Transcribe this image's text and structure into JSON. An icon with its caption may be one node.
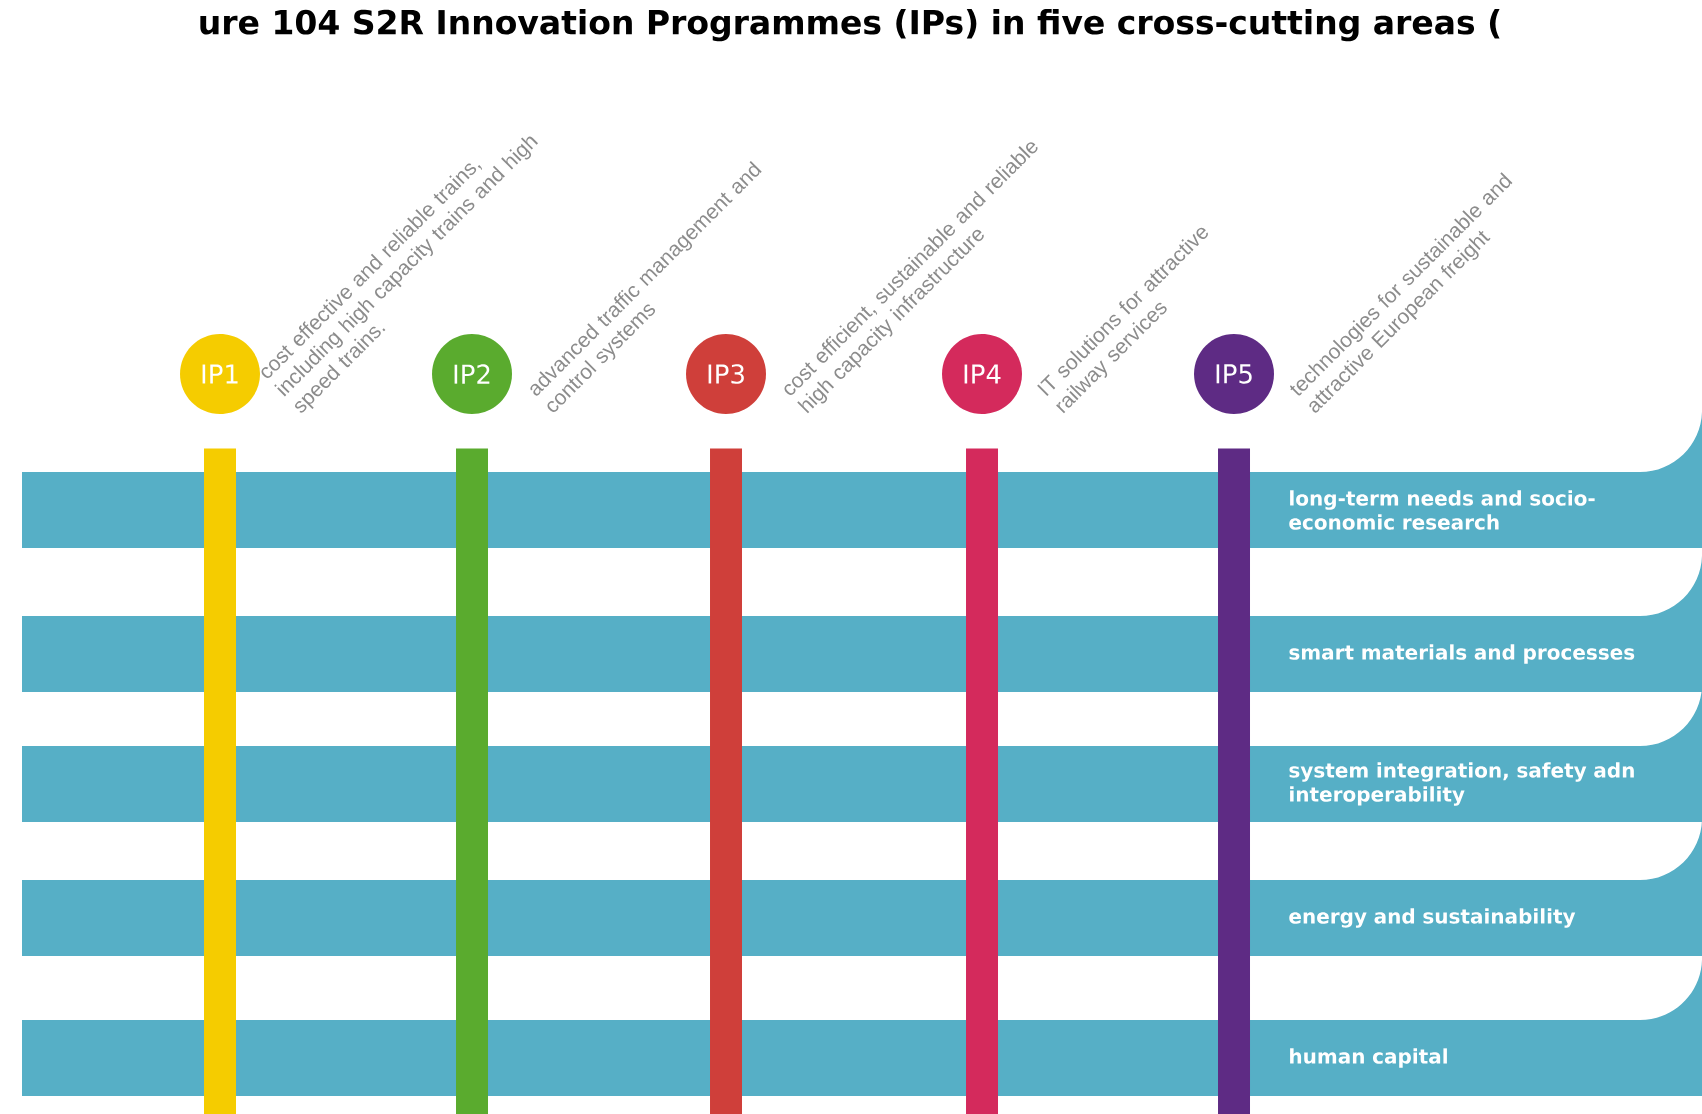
{
  "diagram": {
    "title": "ure 104 S2R Innovation Programmes (IPs) in five cross-cutting areas (",
    "nodes": [
      {
        "text": [
          "IP1"
        ]
      },
      {
        "text": [
          "IP2"
        ]
      },
      {
        "text": [
          "IP3"
        ]
      },
      {
        "text": [
          "IP4"
        ]
      },
      {
        "text": [
          "IP5"
        ]
      },
      {
        "text": [],
        "shape": "bar"
      },
      {
        "text": [],
        "shape": "bar"
      },
      {
        "text": [],
        "shape": "bar"
      },
      {
        "text": [],
        "shape": "bar"
      },
      {
        "text": [],
        "shape": "bar"
      },
      {
        "text": [
          "long-term needs and socio-economic research"
        ]
      },
      {
        "text": [
          "smart materials and processes"
        ]
      },
      {
        "text": [
          "system integration, safety adn interoperability"
        ]
      },
      {
        "text": [
          "energy and sustainability"
        ]
      },
      {
        "text": [
          "human capital"
        ]
      }
    ],
    "labels": [
      "cost effective and reliable trains, including high capacity trains and high speed trains.",
      "advanced traffic management and control systems",
      "cost efficient, sustainable and reliable high capacity infrastructure",
      "IT solutions for attractive railway services",
      "technologies for sustainable and attractive European freight"
    ]
  }
}
